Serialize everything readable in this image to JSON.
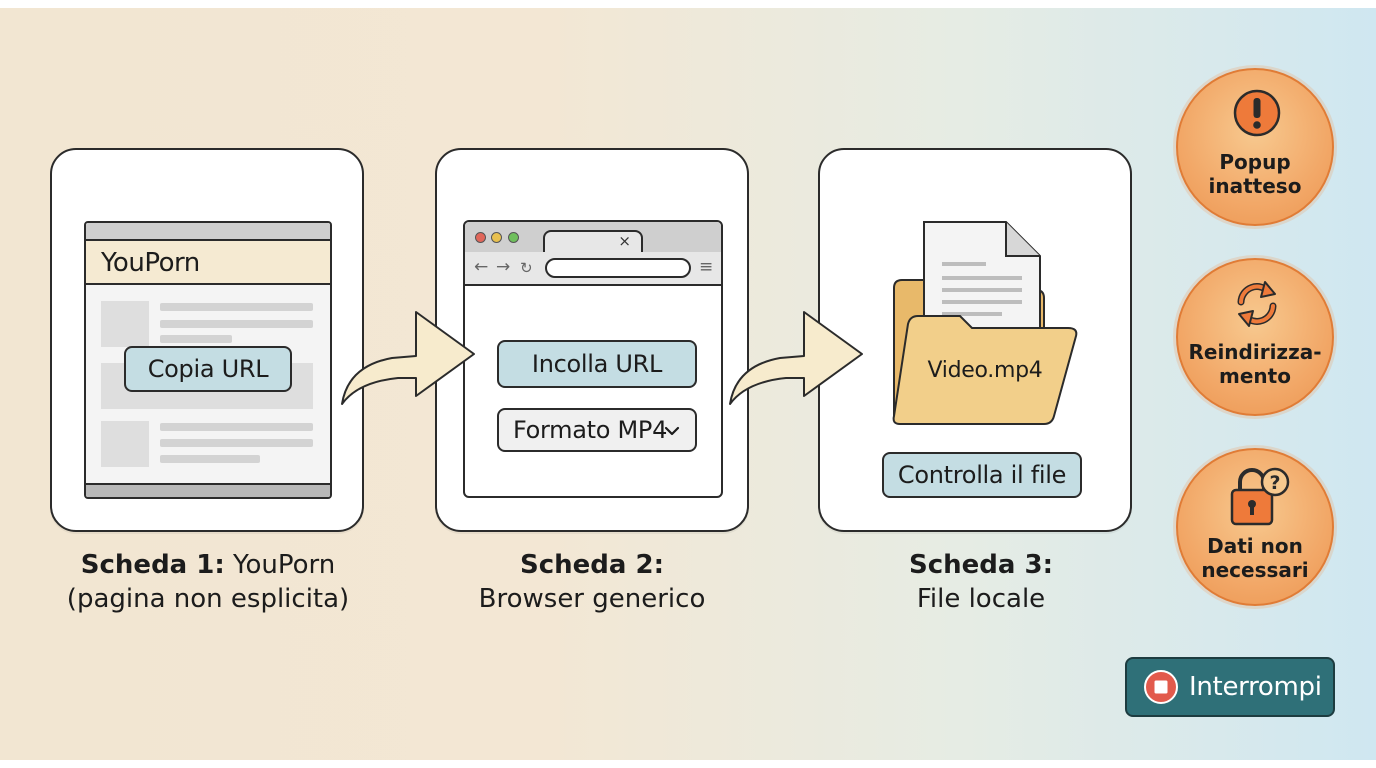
{
  "steps": [
    {
      "site_header": "YouPorn",
      "action_button": "Copia URL",
      "caption_bold": "Scheda 1:",
      "caption_rest": "YouPorn",
      "caption_line2": "(pagina non esplicita)"
    },
    {
      "paste_button": "Incolla URL",
      "format_select": "Formato MP4",
      "tab_close": "×",
      "caption_bold": "Scheda 2:",
      "caption_line2": "Browser generico"
    },
    {
      "file_name": "Video.mp4",
      "check_button": "Controlla il file",
      "caption_bold": "Scheda 3:",
      "caption_line2": "File locale"
    }
  ],
  "warnings": [
    {
      "label_line1": "Popup",
      "label_line2": "inatteso",
      "icon": "exclamation-icon"
    },
    {
      "label_line1": "Reindirizza-",
      "label_line2": "mento",
      "icon": "refresh-arrows-icon"
    },
    {
      "label_line1": "Dati non",
      "label_line2": "necessari",
      "icon": "lock-question-icon"
    }
  ],
  "stop_button": {
    "label": "Interrompi",
    "icon": "stop-icon"
  },
  "colors": {
    "pill": "#c4dde3",
    "warning": "#f2a868",
    "stop": "#2f7078",
    "folder": "#f2cf8a"
  }
}
